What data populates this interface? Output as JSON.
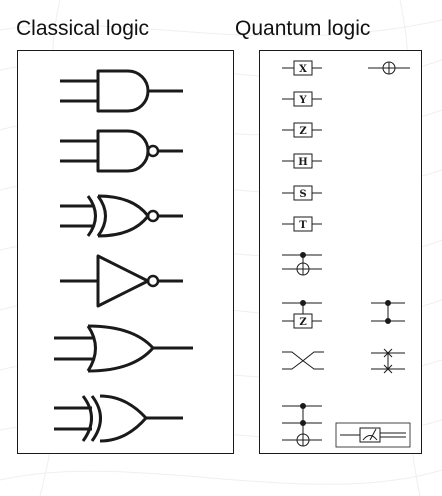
{
  "headings": {
    "classical": "Classical logic",
    "quantum": "Quantum logic"
  },
  "classical_gates": [
    "AND",
    "NAND",
    "XNOR",
    "NOT",
    "OR",
    "XOR"
  ],
  "quantum_gates": {
    "single_qubit_labels": [
      "X",
      "Y",
      "Z",
      "H",
      "S",
      "T"
    ],
    "controlled_z_label": "Z",
    "items": [
      "CNOT",
      "Controlled-Z",
      "Swap",
      "Toffoli",
      "Measurement"
    ]
  },
  "colors": {
    "stroke": "#1a1a1a",
    "background_pattern": "#eeeeee"
  }
}
